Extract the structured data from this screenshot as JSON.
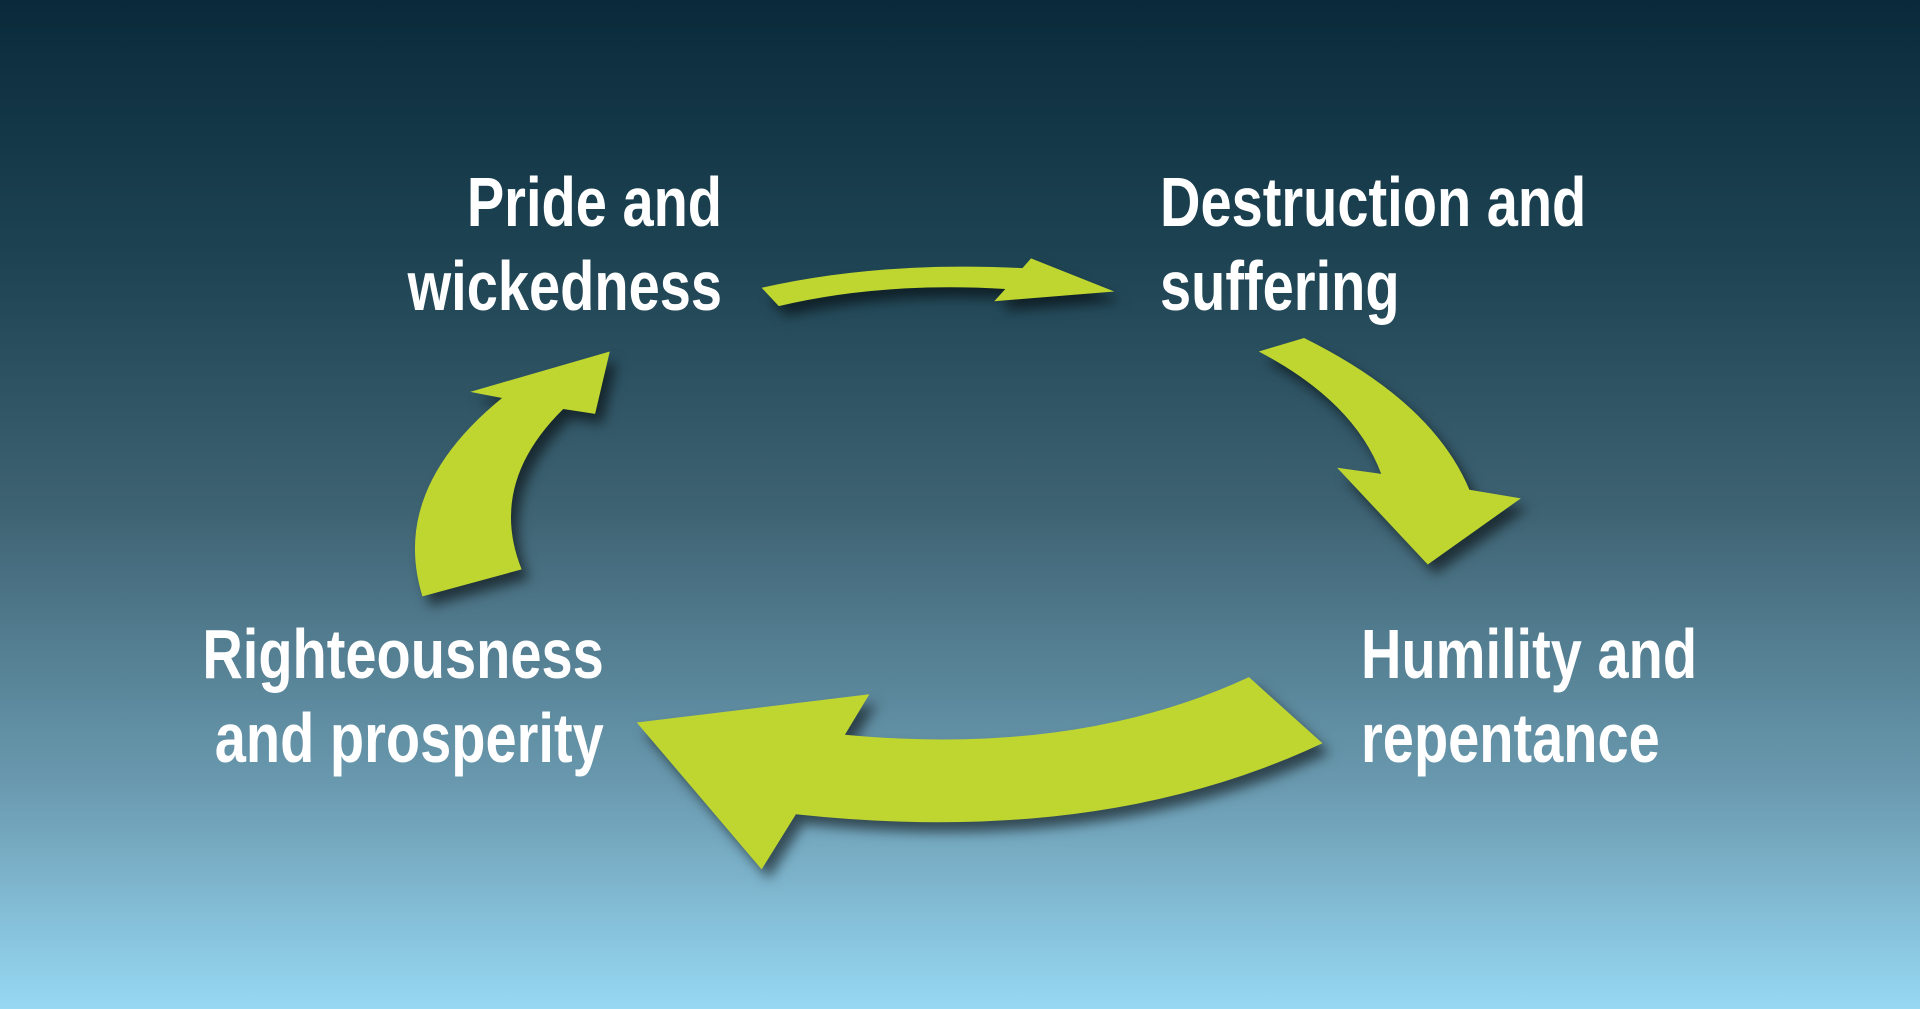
{
  "colors": {
    "arrow": "#bfd630",
    "text": "#ffffff",
    "bg_top": "#0a2a3a",
    "bg_bottom": "#97d8f3"
  },
  "stages": [
    {
      "line1": "Pride and",
      "line2": "wickedness"
    },
    {
      "line1": "Destruction and",
      "line2": "suffering"
    },
    {
      "line1": "Humility and",
      "line2": "repentance"
    },
    {
      "line1": "Righteousness",
      "line2": "and prosperity"
    }
  ]
}
